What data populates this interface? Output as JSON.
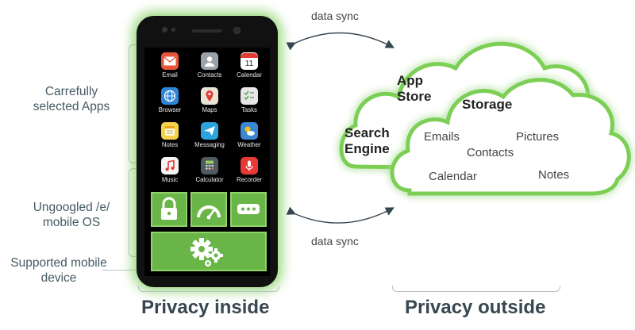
{
  "labels": {
    "apps": "Carrefully selected Apps",
    "os": "Ungoogled /e/ mobile OS",
    "device": "Supported mobile device"
  },
  "apps": [
    {
      "label": "Email",
      "icon": "email-icon",
      "color": "#e8543a"
    },
    {
      "label": "Contacts",
      "icon": "contacts-icon",
      "color": "#9aa3aa"
    },
    {
      "label": "Calendar",
      "icon": "calendar-icon",
      "color": "#ffffff",
      "day": "11"
    },
    {
      "label": "Browser",
      "icon": "globe-icon",
      "color": "#2f86d6"
    },
    {
      "label": "Maps",
      "icon": "map-pin-icon",
      "color": "#e9e4d6"
    },
    {
      "label": "Tasks",
      "icon": "checklist-icon",
      "color": "#e6e6e6"
    },
    {
      "label": "Notes",
      "icon": "notes-icon",
      "color": "#f6d24a"
    },
    {
      "label": "Messaging",
      "icon": "paper-plane-icon",
      "color": "#2aa3df"
    },
    {
      "label": "Weather",
      "icon": "weather-icon",
      "color": "#3a87d4"
    },
    {
      "label": "Music",
      "icon": "music-note-icon",
      "color": "#f4f4f4"
    },
    {
      "label": "Calculator",
      "icon": "calculator-icon",
      "color": "#4f5a60"
    },
    {
      "label": "Recorder",
      "icon": "microphone-icon",
      "color": "#e53935"
    }
  ],
  "cloud": {
    "app_store": "App Store",
    "search_engine": "Search Engine",
    "storage": "Storage",
    "emails": "Emails",
    "pictures": "Pictures",
    "contacts": "Contacts",
    "calendar": "Calendar",
    "notes": "Notes"
  },
  "sync": {
    "top": "data sync",
    "bottom": "data sync"
  },
  "titles": {
    "inside": "Privacy inside",
    "outside": "Privacy outside"
  },
  "colors": {
    "green": "#6ab547",
    "glow": "#7ccf55",
    "text": "#37474f"
  }
}
